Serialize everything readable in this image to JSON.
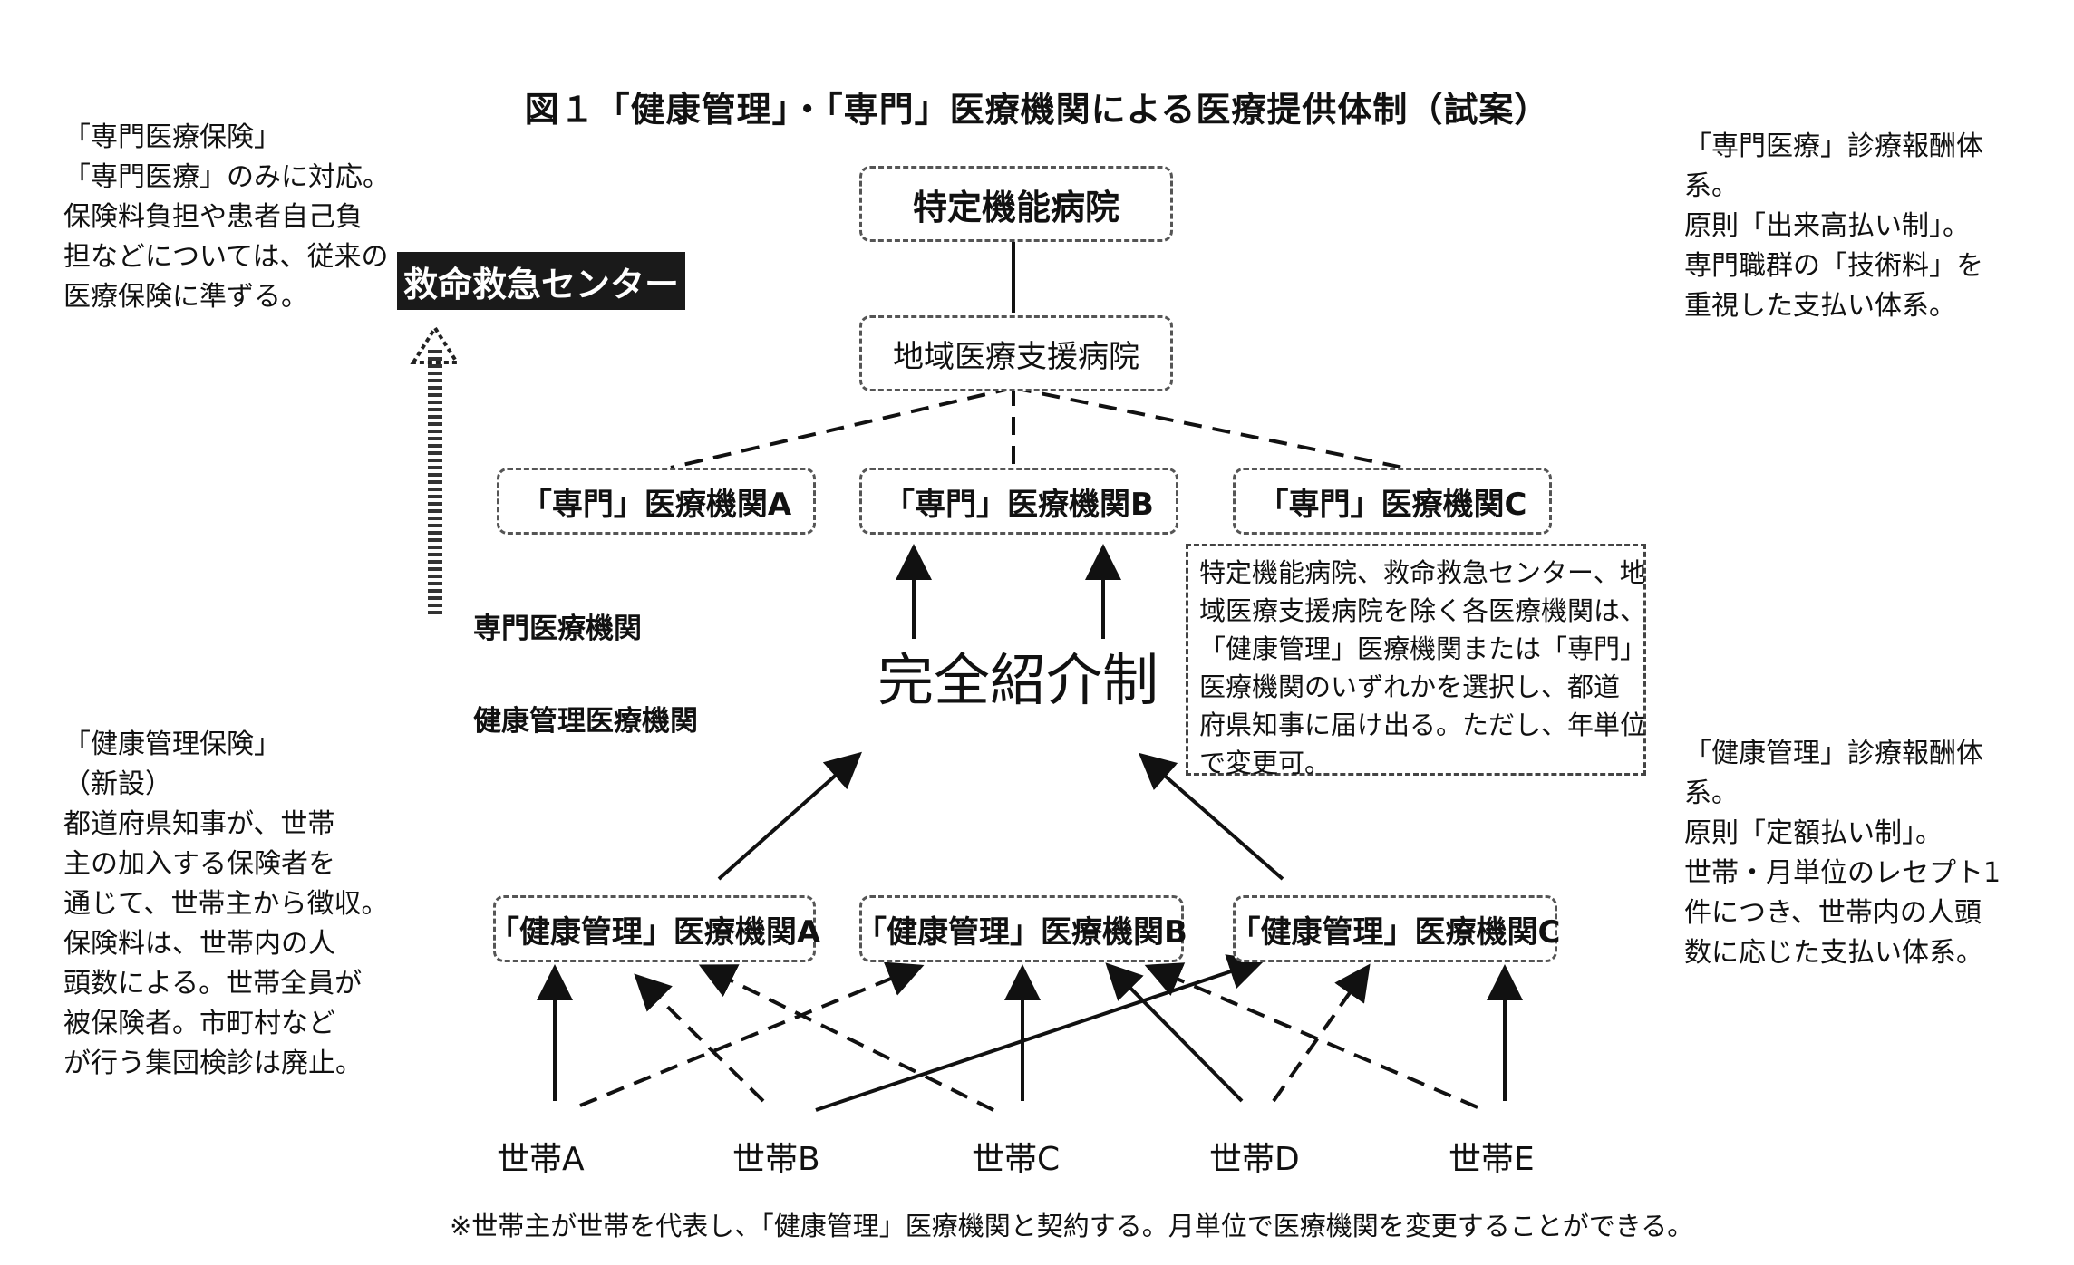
{
  "title": "図１「健康管理」・「専門」医療機関による医療提供体制（試案）",
  "left_top_note": "「専門医療保険」\n「専門医療」のみに対応。\n保険料負担や患者自己負\n担などについては、従来の\n医療保険に準ずる。",
  "left_bottom_note": "「健康管理保険」\n（新設）\n都道府県知事が、世帯\n主の加入する保険者を\n通じて、世帯主から徴収。\n保険料は、世帯内の人\n頭数による。世帯全員が\n被保険者。市町村など\nが行う集団検診は廃止。",
  "right_top_note": "「専門医療」診療報酬体\n系。\n原則「出来高払い制」。\n専門職群の「技術料」を\n重視した支払い体系。",
  "right_bottom_note": "「健康管理」診療報酬体\n系。\n原則「定額払い制」。\n世帯・月単位のレセプト1\n件につき、世帯内の人頭\n数に応じた支払い体系。",
  "emergency_center": "救命救急センター",
  "tokutei_hospital": "特定機能病院",
  "chiiki_hospital": "地域医療支援病院",
  "specialist": [
    "「専門」医療機関A",
    "「専門」医療機関B",
    "「専門」医療機関C"
  ],
  "health_mgmt": [
    "「健康管理」医療機関A",
    "「健康管理」医療機関B",
    "「健康管理」医療機関C"
  ],
  "label_specialist": "専門医療機関",
  "label_health": "健康管理医療機関",
  "referral": "完全紹介制",
  "choice_note": "特定機能病院、救命救急センター、地\n域医療支援病院を除く各医療機関は、\n「健康管理」医療機関または「専門」\n医療機関のいずれかを選択し、都道\n府県知事に届け出る。ただし、年単位\nで変更可。",
  "households": [
    "世帯A",
    "世帯B",
    "世帯C",
    "世帯D",
    "世帯E"
  ],
  "footer": "※世帯主が世帯を代表し、「健康管理」医療機関と契約する。月単位で医療機関を変更することができる。"
}
